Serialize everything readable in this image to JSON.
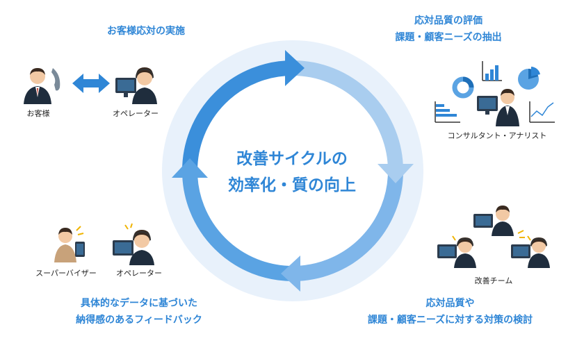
{
  "center": {
    "line1": "改善サイクルの",
    "line2": "効率化・質の向上"
  },
  "steps": {
    "top_left": {
      "title": "お客様応対の実施",
      "captions": [
        "お客様",
        "オペレーター"
      ]
    },
    "top_right": {
      "line1": "応対品質の評価",
      "line2": "課題・顧客ニーズの抽出",
      "caption": "コンサルタント・アナリスト"
    },
    "bottom_right": {
      "line1": "応対品質や",
      "line2": "課題・顧客ニーズに対する対策の検討",
      "caption": "改善チーム"
    },
    "bottom_left": {
      "line1": "具体的なデータに基づいた",
      "line2": "納得感のあるフィードバック",
      "captions": [
        "スーパーバイザー",
        "オペレーター"
      ]
    }
  },
  "colors": {
    "accent": "#2f86d6",
    "ring_bg": "#e8f1fb",
    "arrow_dark": "#3b8fdb",
    "arrow_light": "#a9cdef",
    "suit": "#1f2d3d",
    "skin": "#f2c9a4",
    "hair": "#3a2a20"
  }
}
